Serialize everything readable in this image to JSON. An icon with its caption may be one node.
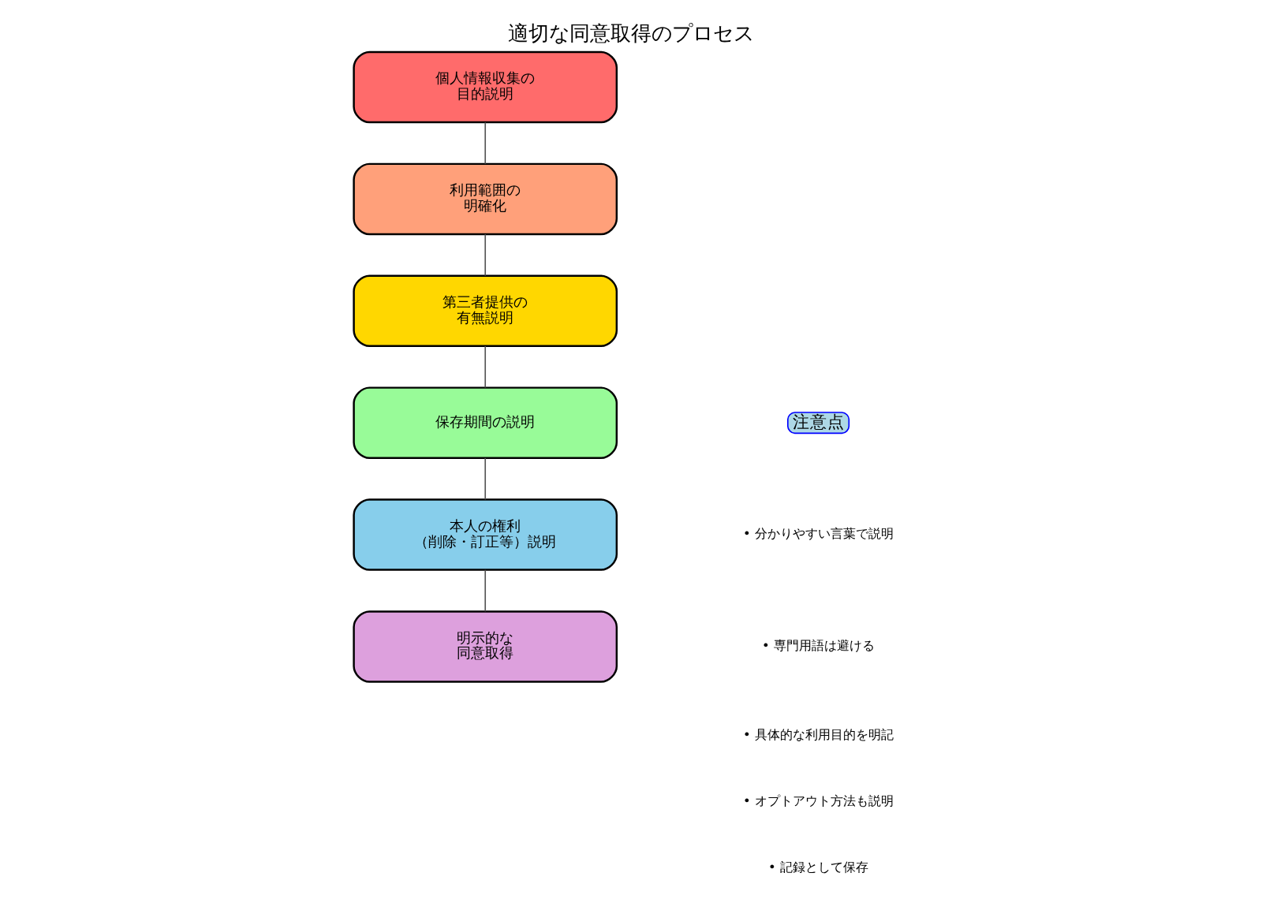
{
  "diagram": {
    "title": "適切な同意取得のプロセス",
    "nodes": [
      {
        "text": [
          "個人情報収集の目的説明"
        ]
      },
      {
        "text": [
          "利用範囲の明確化"
        ]
      },
      {
        "text": [
          "第三者提供の有無説明"
        ]
      },
      {
        "text": [
          "保存期間の説明"
        ]
      },
      {
        "text": [
          "本人の権利（削除・訂正等）説明"
        ]
      },
      {
        "text": [
          "明示的な同意取得"
        ]
      },
      {
        "text": [
          "注意点"
        ]
      }
    ],
    "edges": [
      {
        "from": 0,
        "to": 1,
        "arrow": "none"
      },
      {
        "from": 1,
        "to": 2,
        "arrow": "none"
      },
      {
        "from": 2,
        "to": 3,
        "arrow": "none"
      },
      {
        "from": 3,
        "to": 4,
        "arrow": "none"
      },
      {
        "from": 4,
        "to": 5,
        "arrow": "none"
      }
    ],
    "labels": [
      "• 分かりやすい言葉で説明",
      "• 専門用語は避ける",
      "• 具体的な利用目的を明記",
      "• オプトアウト方法も説明",
      "• 記録として保存"
    ]
  }
}
